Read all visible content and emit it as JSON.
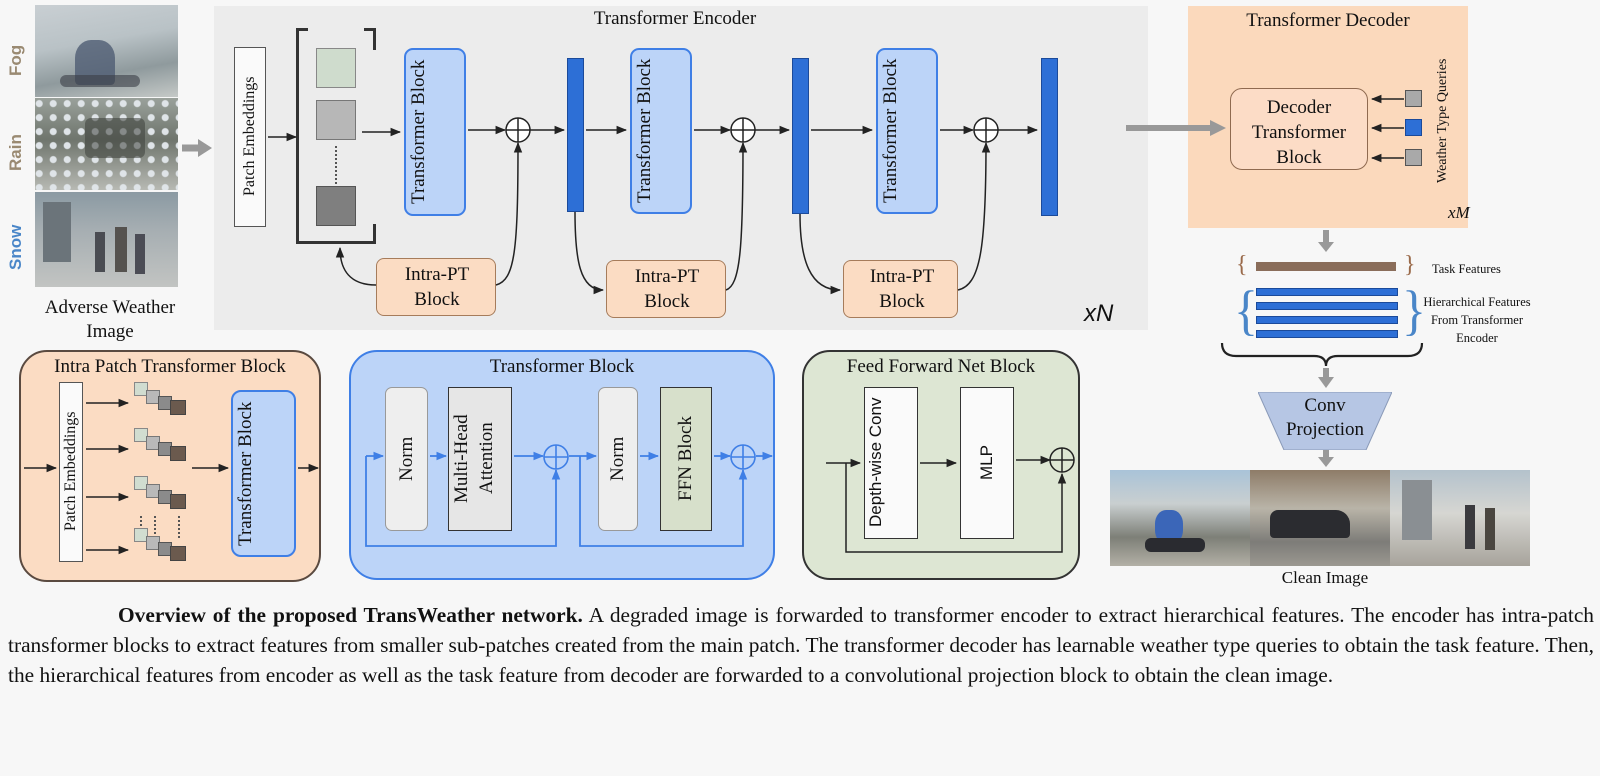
{
  "inputs": {
    "labels": [
      "Fog",
      "Rain",
      "Snow"
    ],
    "label_colors": [
      "#9a8a72",
      "#9a8a72",
      "#4a86c8"
    ],
    "caption": "Adverse Weather Image"
  },
  "encoder": {
    "title": "Transformer Encoder",
    "patch_embeddings": "Patch Embeddings",
    "transformer_block": "Transformer Block",
    "intra_pt_block": "Intra-PT Block",
    "repeat": "xN"
  },
  "decoder": {
    "title": "Transformer Decoder",
    "block": "Decoder Transformer Block",
    "queries_label": "Weather Type Queries",
    "repeat": "xM"
  },
  "features": {
    "task": "Task Features",
    "hierarchical": "Hierarchical Features From Transformer Encoder"
  },
  "conv_projection": "Conv Projection",
  "clean_image": "Clean Image",
  "intra_panel": {
    "title": "Intra Patch Transformer Block",
    "patch_embeddings": "Patch  Embeddings",
    "transformer_block": "Transformer Block"
  },
  "tb_panel": {
    "title": "Transformer Block",
    "norm1": "Norm",
    "attention": "Multi-Head Attention",
    "norm2": "Norm",
    "ffn": "FFN Block"
  },
  "ffn_panel": {
    "title": "Feed Forward Net Block",
    "dwconv": "Depth-wise Conv",
    "mlp": "MLP"
  },
  "caption": {
    "bold": "Overview of the proposed TransWeather network.",
    "text": "A degraded image is forwarded to transformer encoder to extract hierarchical features. The encoder has intra-patch transformer blocks to extract features from smaller sub-patches created from the main patch. The transformer decoder has learnable weather type queries to obtain the task feature. Then, the hierarchical features from encoder as well as the task feature from decoder are forwarded to a convolutional projection block to obtain the clean image."
  },
  "colors": {
    "encoder_bg": "#ececec",
    "decoder_bg": "#fbd9bc",
    "block_blue": "#bcd4f8",
    "block_border": "#3f7fe6",
    "bar_blue": "#2d6fd6",
    "peach": "#fbdcc3",
    "green_panel": "#dde6d3",
    "task_brown": "#8a6d5a"
  }
}
